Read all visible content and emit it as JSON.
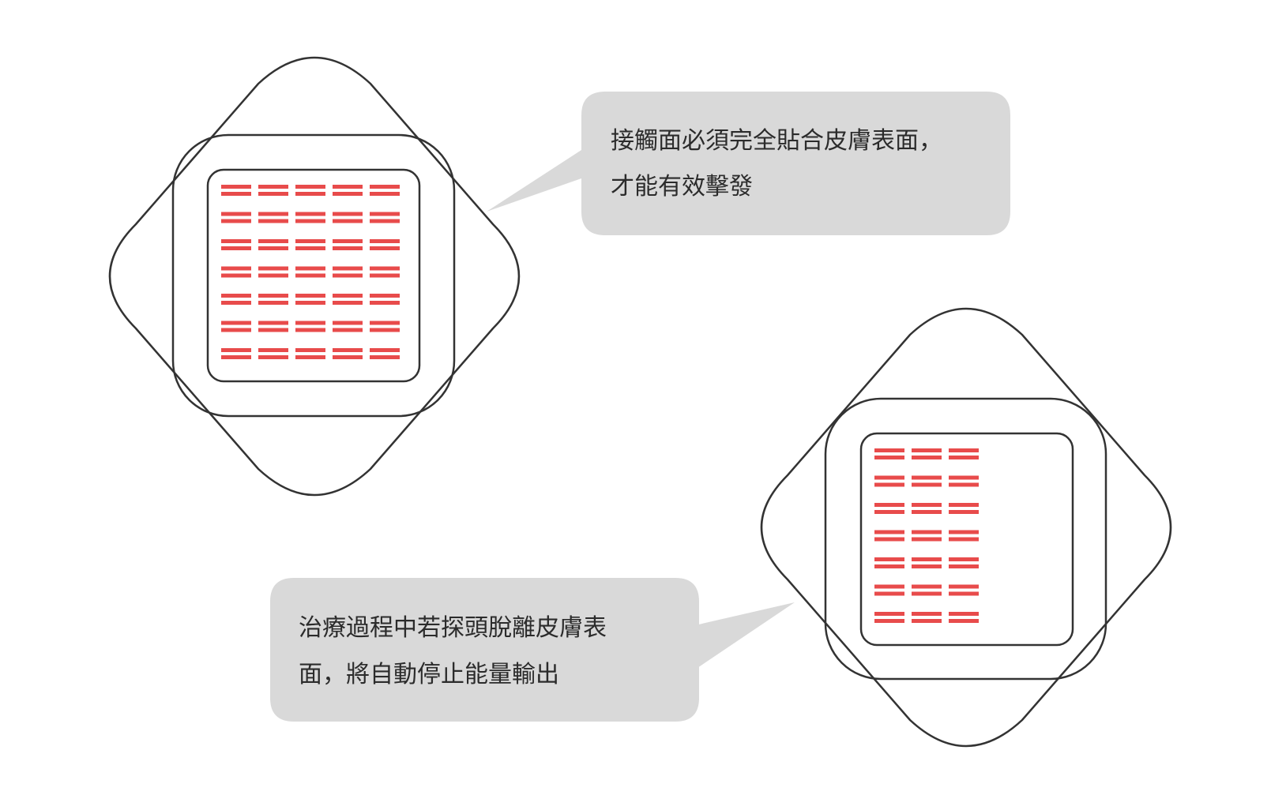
{
  "colors": {
    "background": "#ffffff",
    "outline": "#333333",
    "electrode": "#e84b4b",
    "callout_fill": "#d9d9d9",
    "text": "#2b2b2b"
  },
  "probe_full_contact": {
    "electrode_rows": 7,
    "electrode_cols": 5,
    "callout": {
      "lines": [
        "接觸面必須完全貼合皮膚表面，",
        "才能有效擊發"
      ]
    }
  },
  "probe_partial_contact": {
    "electrode_rows": 7,
    "electrode_cols": 3,
    "callout": {
      "lines": [
        "治療過程中若探頭脫離皮膚表",
        "面，將自動停止能量輸出"
      ]
    }
  }
}
